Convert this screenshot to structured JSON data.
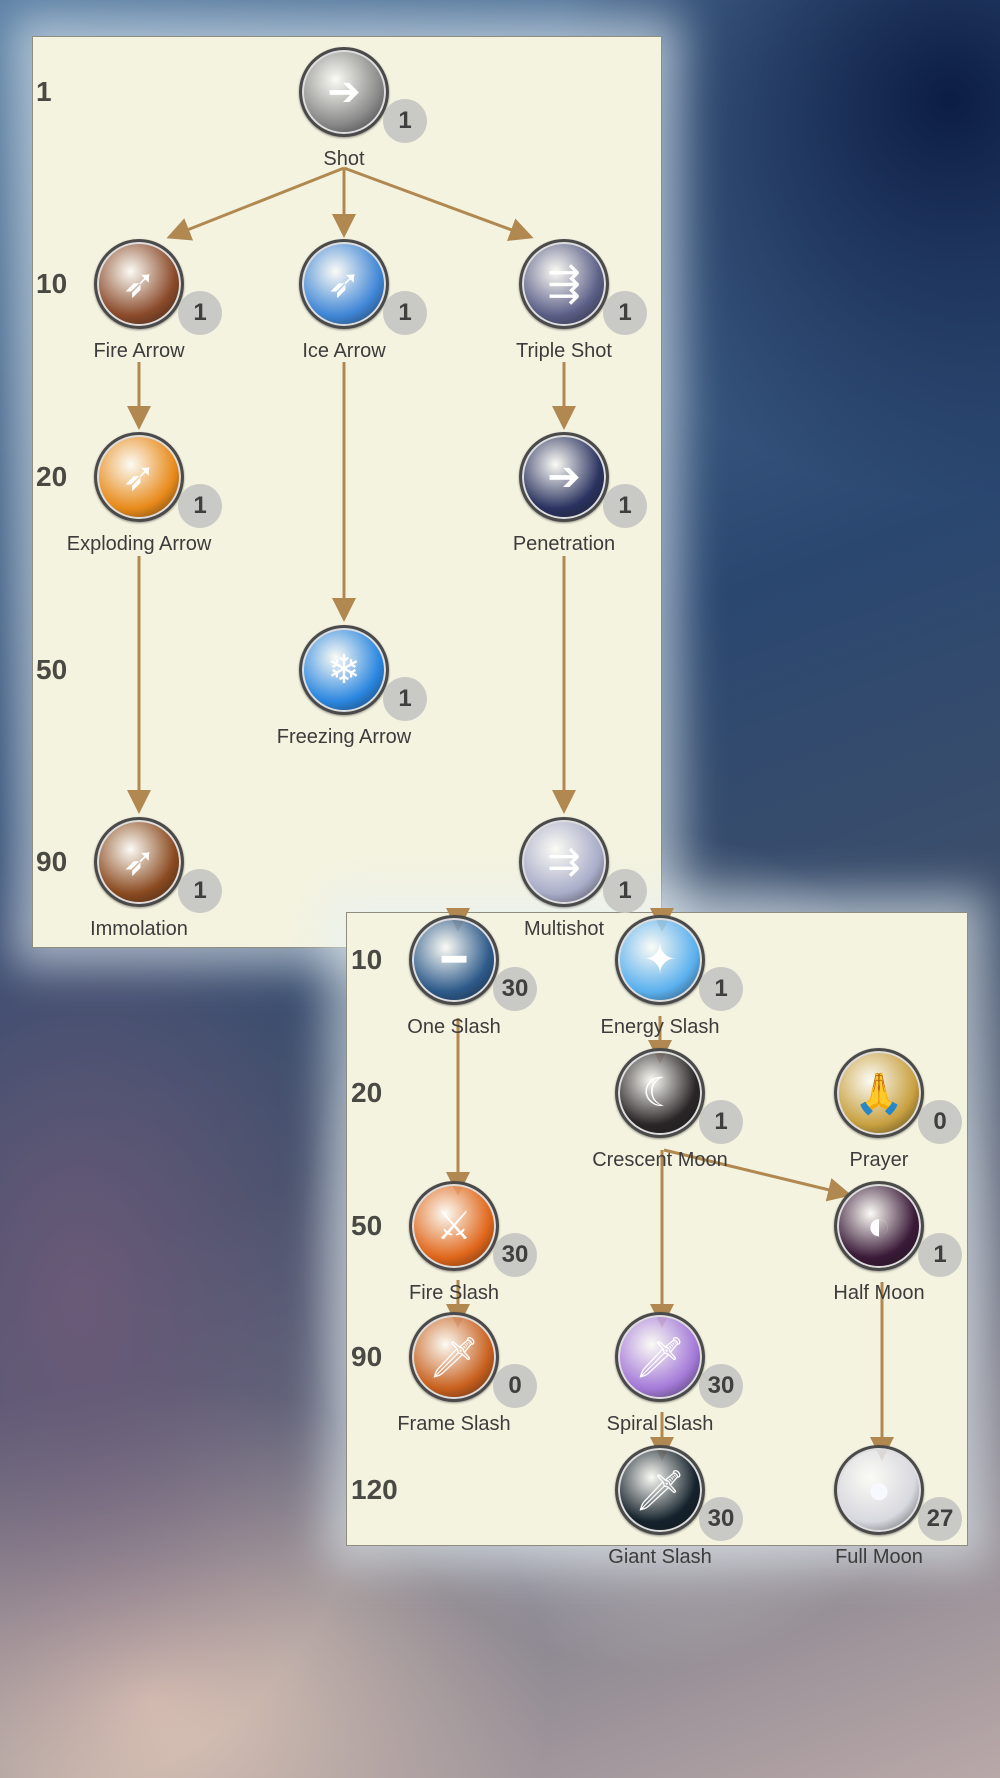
{
  "tree_top": {
    "levels": [
      "1",
      "10",
      "20",
      "50",
      "90"
    ],
    "skills": [
      {
        "name": "Shot",
        "points": "1",
        "icon": "arrow-right-icon",
        "bg": "#8a8a8a"
      },
      {
        "name": "Fire Arrow",
        "points": "1",
        "icon": "fire-arrow-icon",
        "bg": "#8a4a2a"
      },
      {
        "name": "Ice Arrow",
        "points": "1",
        "icon": "ice-arrow-icon",
        "bg": "#3f86d6"
      },
      {
        "name": "Triple Shot",
        "points": "1",
        "icon": "triple-arrow-icon",
        "bg": "#5a5e86"
      },
      {
        "name": "Exploding Arrow",
        "points": "1",
        "icon": "exploding-arrow-icon",
        "bg": "#e88a1a"
      },
      {
        "name": "Penetration",
        "points": "1",
        "icon": "penetration-arrow-icon",
        "bg": "#2a3360"
      },
      {
        "name": "Freezing Arrow",
        "points": "1",
        "icon": "snowflake-arrow-icon",
        "bg": "#2a86e0"
      },
      {
        "name": "Immolation",
        "points": "1",
        "icon": "immolation-arrow-icon",
        "bg": "#8a4a20"
      },
      {
        "name": "Multishot",
        "points": "1",
        "icon": "multishot-arrow-icon",
        "bg": "#a8acc8"
      }
    ]
  },
  "tree_bottom": {
    "levels": [
      "10",
      "20",
      "50",
      "90",
      "120"
    ],
    "skills": [
      {
        "name": "One Slash",
        "points": "30",
        "icon": "slash-line-icon",
        "bg": "#2d5a8a"
      },
      {
        "name": "Energy Slash",
        "points": "1",
        "icon": "energy-sword-icon",
        "bg": "#5ab0ee"
      },
      {
        "name": "Crescent Moon",
        "points": "1",
        "icon": "crescent-moon-sword-icon",
        "bg": "#2a2628"
      },
      {
        "name": "Prayer",
        "points": "0",
        "icon": "praying-hands-icon",
        "bg": "#c8a040"
      },
      {
        "name": "Fire Slash",
        "points": "30",
        "icon": "fire-sword-icon",
        "bg": "#e0661a"
      },
      {
        "name": "Half Moon",
        "points": "1",
        "icon": "half-moon-sword-icon",
        "bg": "#3a1a38"
      },
      {
        "name": "Frame Slash",
        "points": "0",
        "icon": "flame-sword-icon",
        "bg": "#c8601e"
      },
      {
        "name": "Spiral Slash",
        "points": "30",
        "icon": "spiral-sword-icon",
        "bg": "#a47ad8"
      },
      {
        "name": "Giant Slash",
        "points": "30",
        "icon": "giant-sword-icon",
        "bg": "#15222c"
      },
      {
        "name": "Full Moon",
        "points": "27",
        "icon": "full-moon-sword-icon",
        "bg": "#d8d8e0"
      }
    ]
  },
  "colors": {
    "arrow": "#b08850",
    "panel": "#f4f3e0"
  }
}
